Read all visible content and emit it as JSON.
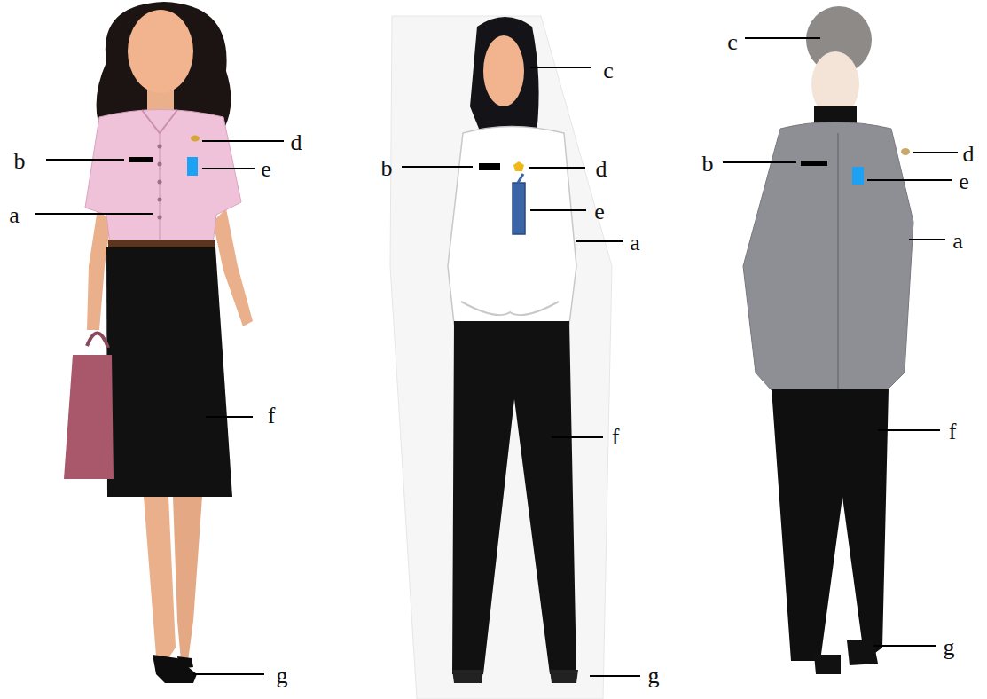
{
  "diagram": {
    "labels": [
      "b",
      "d",
      "e",
      "a",
      "f",
      "g",
      "c",
      "b",
      "d",
      "e",
      "a",
      "f",
      "g",
      "c",
      "b",
      "d",
      "e",
      "a",
      "f",
      "g"
    ]
  }
}
